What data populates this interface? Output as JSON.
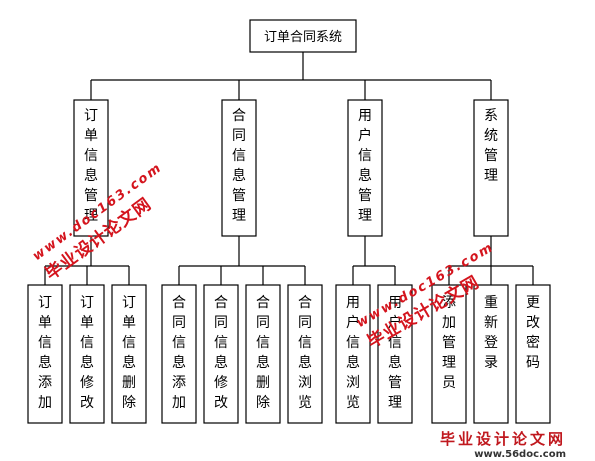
{
  "root": {
    "label": "订单合同系统"
  },
  "modules": [
    {
      "label": "订单信息管理",
      "children": [
        {
          "label": "订单信息添加"
        },
        {
          "label": "订单信息修改"
        },
        {
          "label": "订单信息删除"
        }
      ]
    },
    {
      "label": "合同信息管理",
      "children": [
        {
          "label": "合同信息添加"
        },
        {
          "label": "合同信息修改"
        },
        {
          "label": "合同信息删除"
        },
        {
          "label": "合同信息浏览"
        }
      ]
    },
    {
      "label": "用户信息管理",
      "children": [
        {
          "label": "用户信息浏览"
        },
        {
          "label": "用户信息管理"
        }
      ]
    },
    {
      "label": "系统管理",
      "children": [
        {
          "label": "添加管理员"
        },
        {
          "label": "重新登录"
        },
        {
          "label": "更改密码"
        }
      ]
    }
  ],
  "watermarks": {
    "cn": "毕业设计论文网",
    "url": "www.doc163.com",
    "logo_url": "www.56doc.com"
  }
}
